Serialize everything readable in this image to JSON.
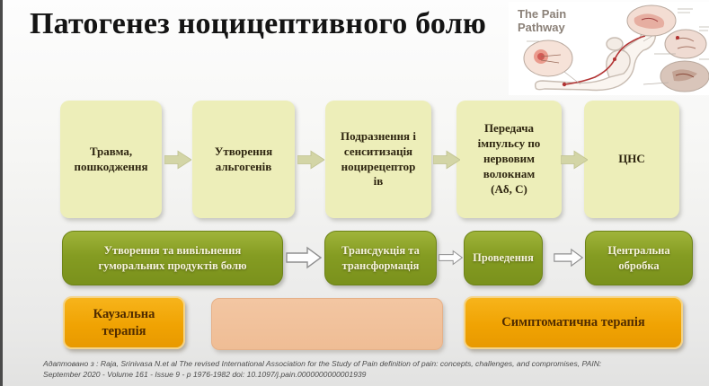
{
  "slide": {
    "title": "Патогенез ноцицептивного болю"
  },
  "palette": {
    "cream": "#edeeb9",
    "green": "#859c22",
    "orange": "#f0a303",
    "salmon": "#efbd95",
    "cream-arrow": "#d3d5a6",
    "title-color": "#141414"
  },
  "pathway_panel": {
    "title_line1": "The Pain",
    "title_line2": "Pathway"
  },
  "flow_row": {
    "boxes": [
      {
        "label": "Травма,\nпошкодження"
      },
      {
        "label": "Утворення\nальгогенів"
      },
      {
        "label": "Подразнення і\nсенситизація\nноцирецептор\nів"
      },
      {
        "label": "Передача\nімпульсу по\nнервовим\nволокнам\n(Аδ, С)"
      },
      {
        "label": "ЦНС"
      }
    ]
  },
  "process_row": {
    "boxes": [
      {
        "label": "Утворення та вивільнення\nгуморальних продуктів болю"
      },
      {
        "label": "Трансдукція та\nтрансформація"
      },
      {
        "label": "Проведення"
      },
      {
        "label": "Центральна\nобробка"
      }
    ]
  },
  "therapy_row": {
    "left_label": "Каузальна\nтерапія",
    "right_label": "Симптоматична терапія"
  },
  "citation": {
    "line1": "Адаптовано з : Raja, Srinivasa N.et al The revised International Association for the Study of Pain definition of pain: concepts, challenges, and compromises, PAIN:",
    "line2": "September 2020 - Volume 161 - Issue 9 - p 1976-1982 doi: 10.1097/j.pain.0000000000001939"
  }
}
